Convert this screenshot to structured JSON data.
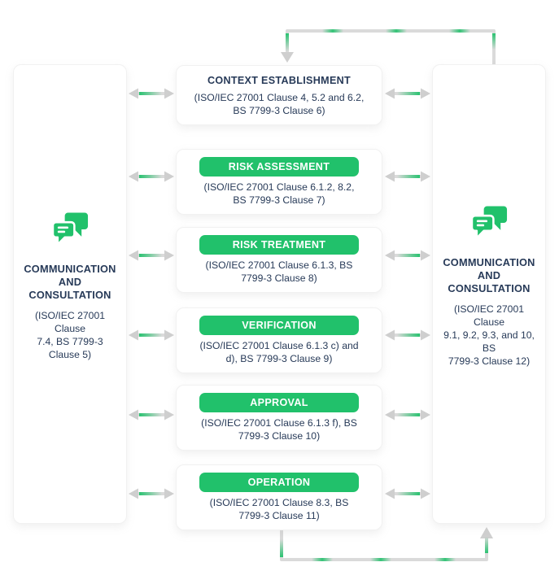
{
  "colors": {
    "accent_green": "#21C16B",
    "text_navy": "#273A58",
    "connector_gray": "#DADADA",
    "arrowhead_gray": "#CFCFCF"
  },
  "left_panel": {
    "icon": "chat-bubbles-icon",
    "title": "COMMUNICATION\nAND CONSULTATION",
    "clause": "(ISO/IEC 27001 Clause\n7.4, BS 7799-3 Clause 5)"
  },
  "right_panel": {
    "icon": "chat-bubbles-icon",
    "title": "COMMUNICATION\nAND CONSULTATION",
    "clause": "(ISO/IEC 27001 Clause\n9.1, 9.2, 9.3, and 10, BS\n7799-3 Clause 12)"
  },
  "process_boxes": [
    {
      "title": "CONTEXT ESTABLISHMENT",
      "variant": "text-only",
      "clause": "(ISO/IEC 27001 Clause 4, 5.2 and 6.2,\nBS 7799-3 Clause 6)"
    },
    {
      "title": "RISK ASSESSMENT",
      "variant": "green-pill",
      "clause": "(ISO/IEC 27001 Clause 6.1.2, 8.2,\nBS 7799-3 Clause 7)"
    },
    {
      "title": "RISK TREATMENT",
      "variant": "green-pill",
      "clause": "(ISO/IEC 27001 Clause 6.1.3, BS\n7799-3 Clause 8)"
    },
    {
      "title": "VERIFICATION",
      "variant": "green-pill",
      "clause": "(ISO/IEC 27001 Clause 6.1.3 c) and\nd), BS 7799-3 Clause 9)"
    },
    {
      "title": "APPROVAL",
      "variant": "green-pill",
      "clause": "(ISO/IEC 27001 Clause 6.1.3 f), BS\n7799-3 Clause 10)"
    },
    {
      "title": "OPERATION",
      "variant": "green-pill",
      "clause": "(ISO/IEC 27001 Clause 8.3, BS\n7799-3 Clause 11)"
    }
  ]
}
